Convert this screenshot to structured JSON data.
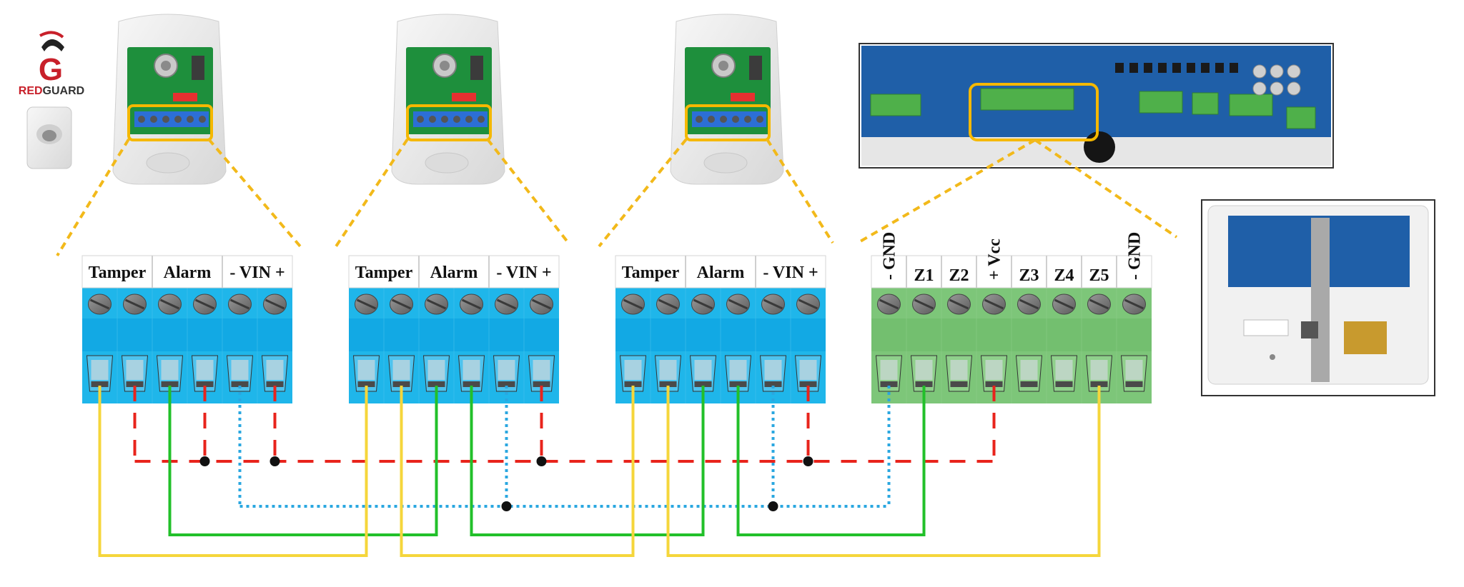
{
  "brand": {
    "name": "REDGUARD",
    "name_part_red": "RED",
    "name_part_dark": "GUARD",
    "logo_letter": "G",
    "logo_icon": "spartan-helmet-icon"
  },
  "images": {
    "sensor_pcb_label": "PIR sensor board",
    "panel_board_label": "control panel board",
    "panel_box_label": "control panel enclosure"
  },
  "sensors": [
    {
      "labels": [
        "Tamper",
        "Alarm",
        "- VIN +"
      ]
    },
    {
      "labels": [
        "Tamper",
        "Alarm",
        "- VIN +"
      ]
    },
    {
      "labels": [
        "Tamper",
        "Alarm",
        "- VIN +"
      ]
    }
  ],
  "panel": {
    "labels": [
      "- GND",
      "Z1",
      "Z2",
      "+ Vcc",
      "Z3",
      "Z4",
      "Z5",
      "- GND"
    ]
  },
  "colors": {
    "sensor_block": "#1fb6ea",
    "panel_block": "#7dc679",
    "highlight": "#f5b800",
    "zoom_line": "#f2b91a",
    "wire_power": "#e8241c",
    "wire_ground": "#2aa7e0",
    "wire_alarm": "#22c02a",
    "wire_tamper": "#f5d63b"
  },
  "wires": {
    "power": "dashed-red",
    "ground": "dotted-blue",
    "alarm": "solid-green",
    "tamper": "solid-yellow"
  }
}
